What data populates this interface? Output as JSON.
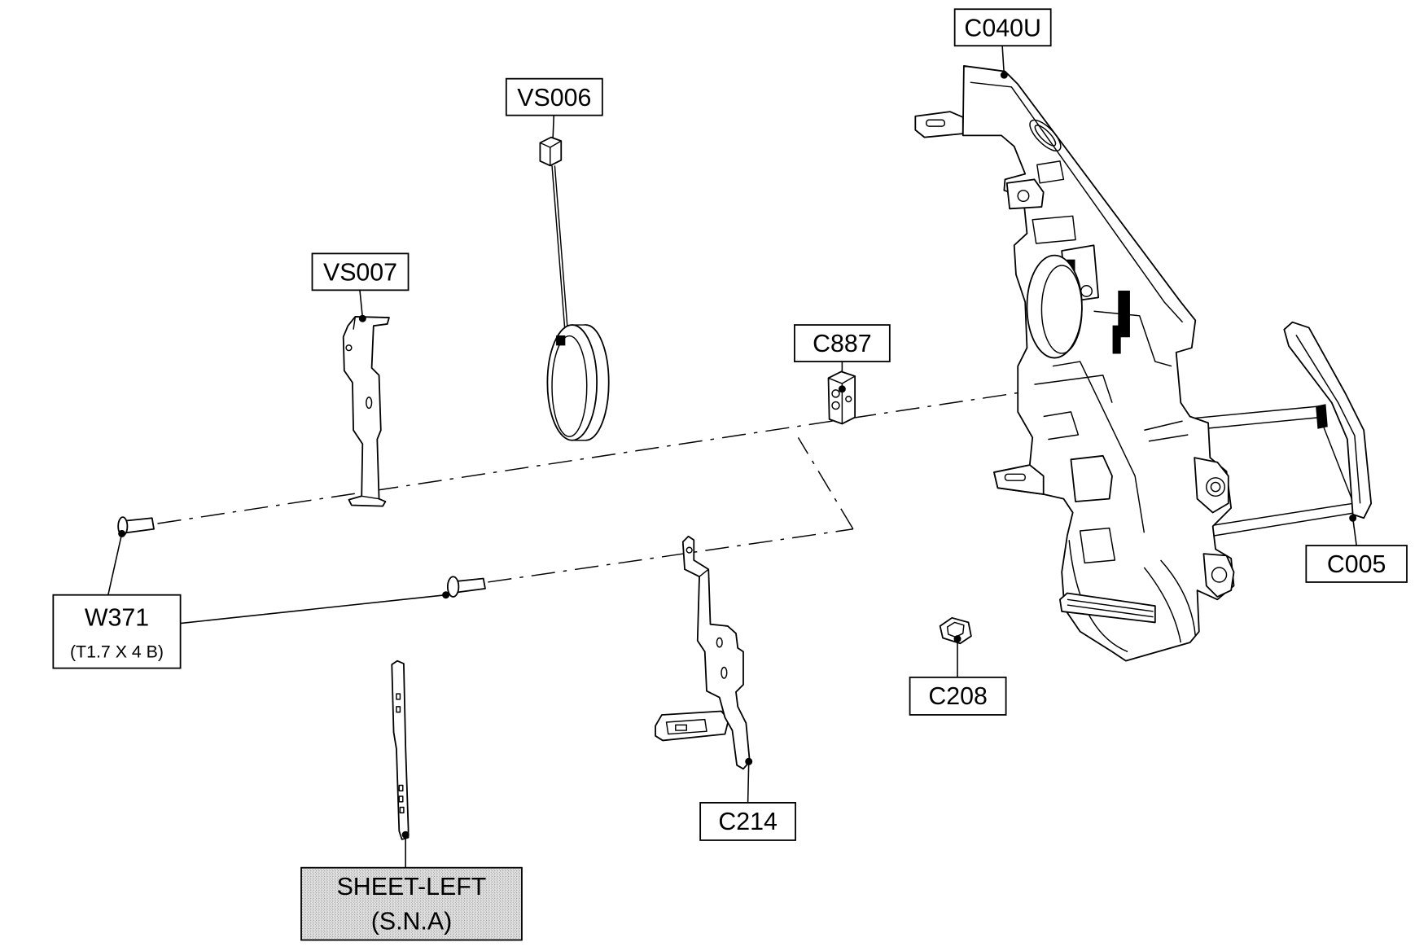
{
  "labels": {
    "c040u": "C040U",
    "vs006": "VS006",
    "vs007": "VS007",
    "c887": "C887",
    "c005": "C005",
    "w371": "W371",
    "w371_spec": "(T1.7 X 4 B)",
    "c208": "C208",
    "c214": "C214",
    "sheet_left": "SHEET-LEFT",
    "sheet_left_note": "(S.N.A)"
  },
  "colors": {
    "line": "#000000",
    "background": "#ffffff",
    "sheet_left_box_fill": "#d6d6d6"
  }
}
